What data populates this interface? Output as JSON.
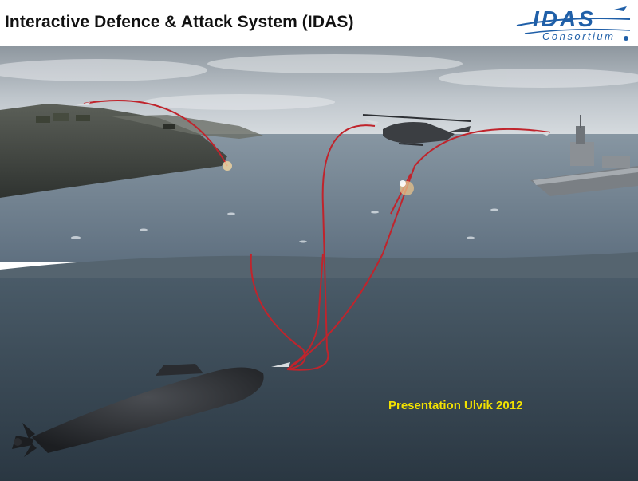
{
  "slide": {
    "title": "Interactive Defence & Attack System (IDAS)",
    "caption": "Presentation Ulvik 2012"
  },
  "logo": {
    "brand": "IDAS",
    "subtitle": "Consortium",
    "color": "#1f5fa8"
  },
  "colors": {
    "caption": "#f3e200",
    "trajectory": "#c0242c",
    "sky": "#c9d0d6",
    "water_surface": "#6f8190",
    "underwater": "#3a4a55"
  },
  "icons": [
    "missile-icon",
    "helicopter-icon",
    "ship-icon",
    "submarine-icon",
    "launcher-vehicle-icon"
  ]
}
